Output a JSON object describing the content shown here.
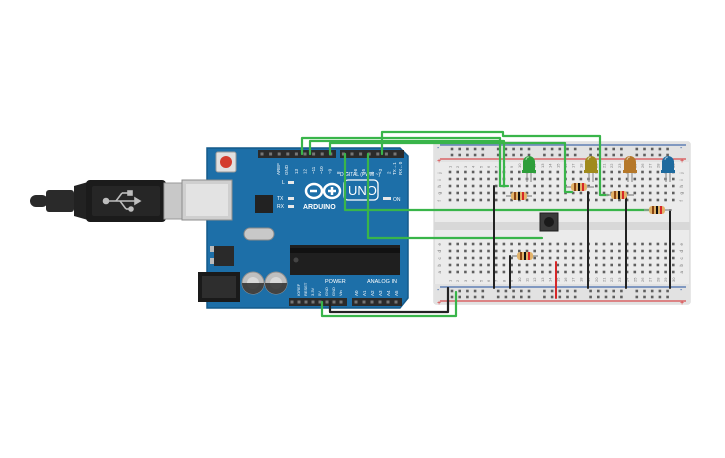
{
  "canvas": {
    "background": "#ffffff"
  },
  "arduino": {
    "brand": "ARDUINO",
    "model": "UNO",
    "digital_header_label": "DIGITAL (PWM ~)",
    "power_label": "POWER",
    "analog_label": "ANALOG IN",
    "on_label": "ON",
    "aref_label": "AREF",
    "gnd_label": "GND",
    "tx_label": "TX",
    "rx_label": "RX",
    "l_label": "L",
    "tx_pin_label": "TX→1",
    "rx_pin_label": "RX←0",
    "digital_pins": [
      "13",
      "12",
      "~11",
      "~10",
      "~9",
      "8",
      "7",
      "~6",
      "~5",
      "4",
      "~3",
      "2"
    ],
    "power_pins": [
      "IOREF",
      "RESET",
      "3.3V",
      "5V",
      "GND",
      "GND",
      "Vin"
    ],
    "analog_pins": [
      "A0",
      "A1",
      "A2",
      "A3",
      "A4",
      "A5"
    ],
    "colors": {
      "board": "#1d6fa8",
      "board_dark": "#155a8a",
      "header": "#2b2b2b"
    }
  },
  "breadboard": {
    "row_letters_top": [
      "j",
      "i",
      "h",
      "g",
      "f"
    ],
    "row_letters_bottom": [
      "e",
      "d",
      "c",
      "b",
      "a"
    ],
    "column_numbers": [
      "1",
      "2",
      "3",
      "4",
      "5",
      "6",
      "7",
      "8",
      "9",
      "10",
      "11",
      "12",
      "13",
      "14",
      "15",
      "16",
      "17",
      "18",
      "19",
      "20",
      "21",
      "22",
      "23",
      "24",
      "25",
      "26",
      "27",
      "28",
      "29",
      "30"
    ],
    "rail_minus": "-",
    "rail_plus": "+"
  },
  "components": {
    "leds": [
      {
        "color": "#2e9e3a"
      },
      {
        "color": "#a08a1c"
      },
      {
        "color": "#b5782a"
      },
      {
        "color": "#1e6a9e"
      }
    ],
    "wire_colors": {
      "green": "#39b54a",
      "black": "#222222",
      "red": "#d62728"
    }
  }
}
